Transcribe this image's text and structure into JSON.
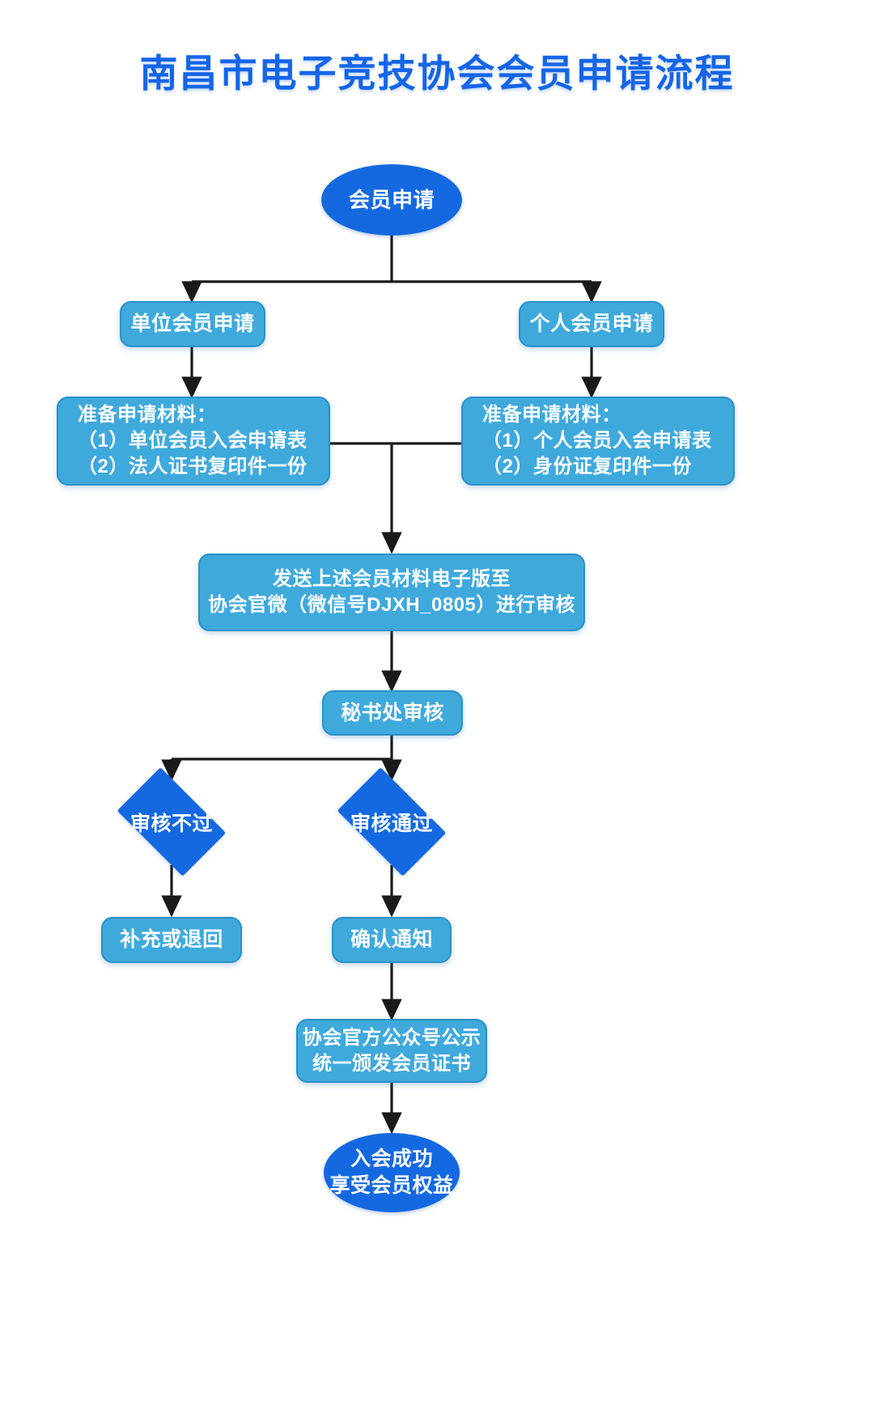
{
  "page": {
    "title": "南昌市电子竞技协会会员申请流程",
    "title_color": "#1565E8",
    "background": "#FFFFFF",
    "accent_dark_blue": "#1569E0",
    "accent_light_blue": "#3FA9DC",
    "edge_color": "#1A1A1A"
  },
  "nodes": {
    "start": {
      "label": "会员申请",
      "shape": "ellipse",
      "color": "#1569E0"
    },
    "branch_org": {
      "label": "单位会员申请",
      "shape": "rounded-rect",
      "color": "#3FA9DC"
    },
    "branch_personal": {
      "label": "个人会员申请",
      "shape": "rounded-rect",
      "color": "#3FA9DC"
    },
    "materials_org": {
      "label": "准备申请材料：\n（1）单位会员入会申请表\n（2）法人证书复印件一份",
      "shape": "rounded-rect",
      "color": "#3FA9DC"
    },
    "materials_personal": {
      "label": "准备申请材料：\n（1）个人会员入会申请表\n（2）身份证复印件一份",
      "shape": "rounded-rect",
      "color": "#3FA9DC"
    },
    "send": {
      "label": "发送上述会员材料电子版至\n协会官微（微信号DJXH_0805）进行审核",
      "shape": "rounded-rect",
      "color": "#3FA9DC"
    },
    "review": {
      "label": "秘书处审核",
      "shape": "rounded-rect",
      "color": "#3FA9DC"
    },
    "rejected": {
      "label": "审核不过",
      "shape": "diamond",
      "color": "#1569E0"
    },
    "approved": {
      "label": "审核通过",
      "shape": "diamond",
      "color": "#1569E0"
    },
    "supplement": {
      "label": "补充或退回",
      "shape": "rounded-rect",
      "color": "#3FA9DC"
    },
    "confirm": {
      "label": "确认通知",
      "shape": "rounded-rect",
      "color": "#3FA9DC"
    },
    "publicity": {
      "label": "协会官方公众号公示\n统一颁发会员证书",
      "shape": "rounded-rect",
      "color": "#3FA9DC"
    },
    "end": {
      "label": "入会成功\n享受会员权益",
      "shape": "ellipse",
      "color": "#1569E0"
    }
  }
}
